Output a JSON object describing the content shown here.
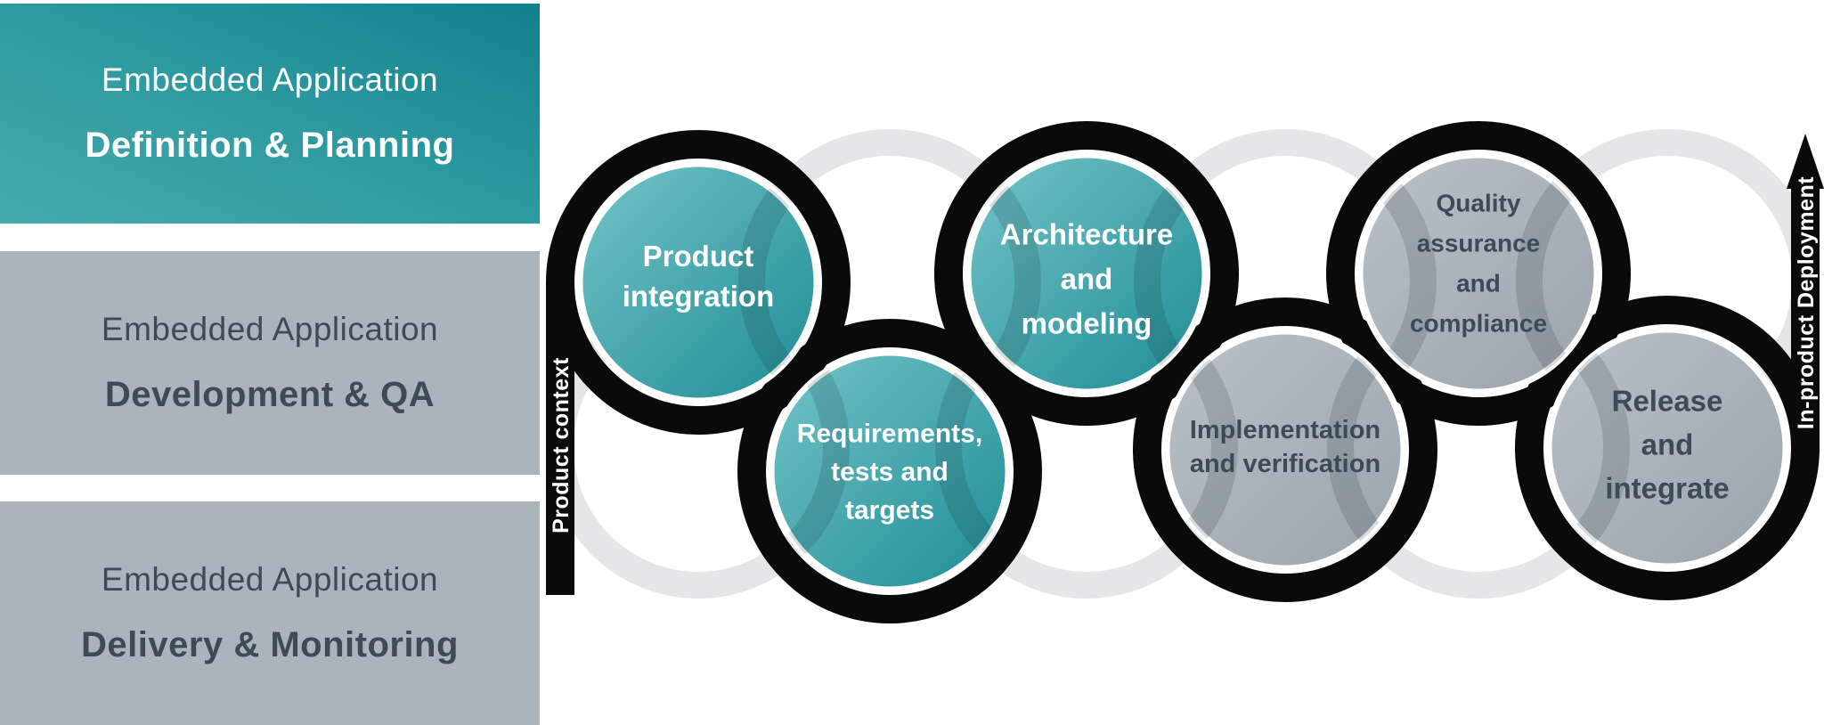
{
  "sidebar": {
    "panels": [
      {
        "line1": "Embedded Application",
        "line2": "Definition & Planning",
        "variant": "teal"
      },
      {
        "line1": "Embedded Application",
        "line2": "Development & QA",
        "variant": "gray"
      },
      {
        "line1": "Embedded Application",
        "line2": "Delivery & Monitoring",
        "variant": "gray"
      }
    ]
  },
  "diagram": {
    "left_bar_label": "Product context",
    "right_bar_label": "In-product Deployment",
    "stages": [
      {
        "id": "product-integration",
        "lines": [
          "Product",
          "integration"
        ],
        "color": "teal",
        "position": "top"
      },
      {
        "id": "requirements-tests-targets",
        "lines": [
          "Requirements,",
          "tests and",
          "targets"
        ],
        "color": "teal",
        "position": "bottom"
      },
      {
        "id": "architecture-and-modeling",
        "lines": [
          "Architecture",
          "and",
          "modeling"
        ],
        "color": "teal",
        "position": "top"
      },
      {
        "id": "implementation-verification",
        "lines": [
          "Implementation",
          "and verification"
        ],
        "color": "gray",
        "position": "bottom"
      },
      {
        "id": "quality-assurance-compliance",
        "lines": [
          "Quality",
          "assurance",
          "and",
          "compliance"
        ],
        "color": "gray",
        "position": "top"
      },
      {
        "id": "release-and-integrate",
        "lines": [
          "Release",
          "and",
          "integrate"
        ],
        "color": "gray",
        "position": "bottom"
      }
    ],
    "colors": {
      "teal_light": "#74c4c7",
      "teal_dark": "#1d8c95",
      "gray_light": "#b9c1c8",
      "gray_dark": "#9aa4ad",
      "ring_gray": "#e4e6e8",
      "path_black": "#0a0a0a",
      "text_on_teal": "#ffffff",
      "text_on_gray": "#3e4a55",
      "overlay_shadow": "rgba(25,42,52,0.16)",
      "panel_teal_start": "#47abad",
      "panel_teal_end": "#11808d",
      "panel_gray": "#abb4bc"
    }
  }
}
